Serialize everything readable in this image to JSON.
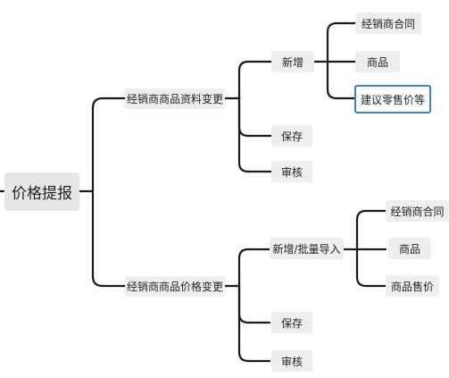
{
  "mindmap": {
    "root": "价格提报",
    "branch1": {
      "title": "经销商商品资料变更",
      "children": {
        "new": {
          "title": "新增",
          "items": [
            "经销商合同",
            "商品",
            "建议零售价等"
          ]
        },
        "save": "保存",
        "review": "审核"
      }
    },
    "branch2": {
      "title": "经销商商品价格变更",
      "children": {
        "new": {
          "title": "新增/批量导入",
          "items": [
            "经销商合同",
            "商品",
            "商品售价"
          ]
        },
        "save": "保存",
        "review": "审核"
      }
    }
  },
  "colors": {
    "line": "#1a1a1a",
    "node_bg": "#eeeeee",
    "selected_border": "#3d7fe0"
  }
}
